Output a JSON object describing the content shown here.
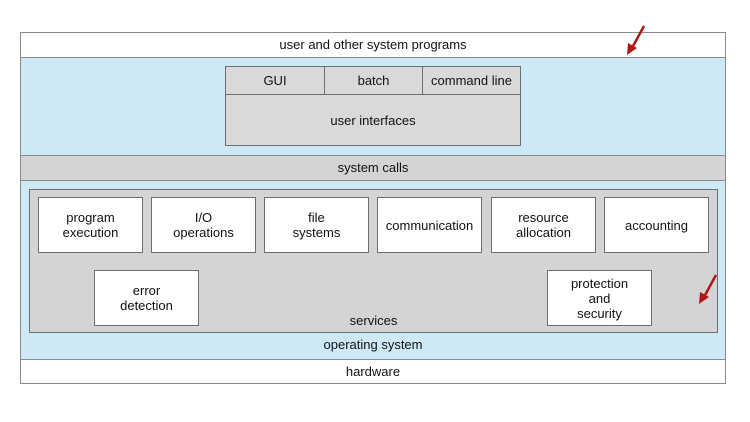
{
  "layers": {
    "top": "user and other system programs",
    "os": "operating system",
    "hardware": "hardware"
  },
  "user_interfaces": {
    "items": [
      "GUI",
      "batch",
      "command line"
    ],
    "label": "user interfaces"
  },
  "system_calls": "system calls",
  "services": {
    "label": "services",
    "items": [
      "program\nexecution",
      "I/O\noperations",
      "file\nsystems",
      "communication",
      "resource\nallocation",
      "accounting",
      "error\ndetection",
      "protection\nand\nsecurity"
    ]
  },
  "colors": {
    "os_background": "#cde9f5",
    "gray_panel": "#d4d4d7",
    "arrow": "#b01818"
  }
}
